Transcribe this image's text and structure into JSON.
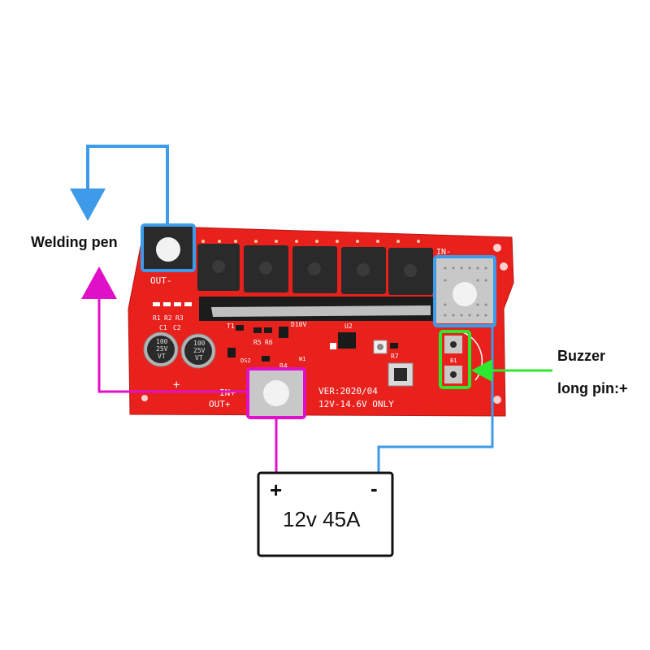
{
  "labels": {
    "welding_pen": "Welding pen",
    "buzzer_line1": "Buzzer",
    "buzzer_line2": "long pin:+"
  },
  "battery": {
    "plus": "+",
    "minus": "-",
    "rating": "12v 45A"
  },
  "board": {
    "version": "VER:2020/04",
    "voltage_range": "12V-14.6V ONLY",
    "out_minus": "OUT-",
    "out_plus": "OUT+",
    "in_plus": "IN+",
    "in_minus": "IN-",
    "plus_mark": "+",
    "cap1": [
      "100",
      "25V",
      "VT"
    ],
    "cap2": [
      "100",
      "25V",
      "VT"
    ],
    "refs": {
      "r1": "R1",
      "r2": "R2",
      "r3": "R3",
      "c1": "C1",
      "c2": "C2",
      "t1": "T1",
      "r5": "R5",
      "r6": "R6",
      "r4": "R4",
      "ds2": "DS2",
      "d10v": "D10V",
      "u2": "U2",
      "r7": "R7",
      "b1": "B1",
      "w1": "W1"
    }
  },
  "colors": {
    "board_red": "#e8211d",
    "wire_blue": "#3d9be9",
    "wire_magenta": "#e010c8",
    "highlight_green": "#2ee82e",
    "terminal_grey": "#c8c8c8",
    "mosfet": "#2a2a2a",
    "battery_outline": "#111111"
  }
}
